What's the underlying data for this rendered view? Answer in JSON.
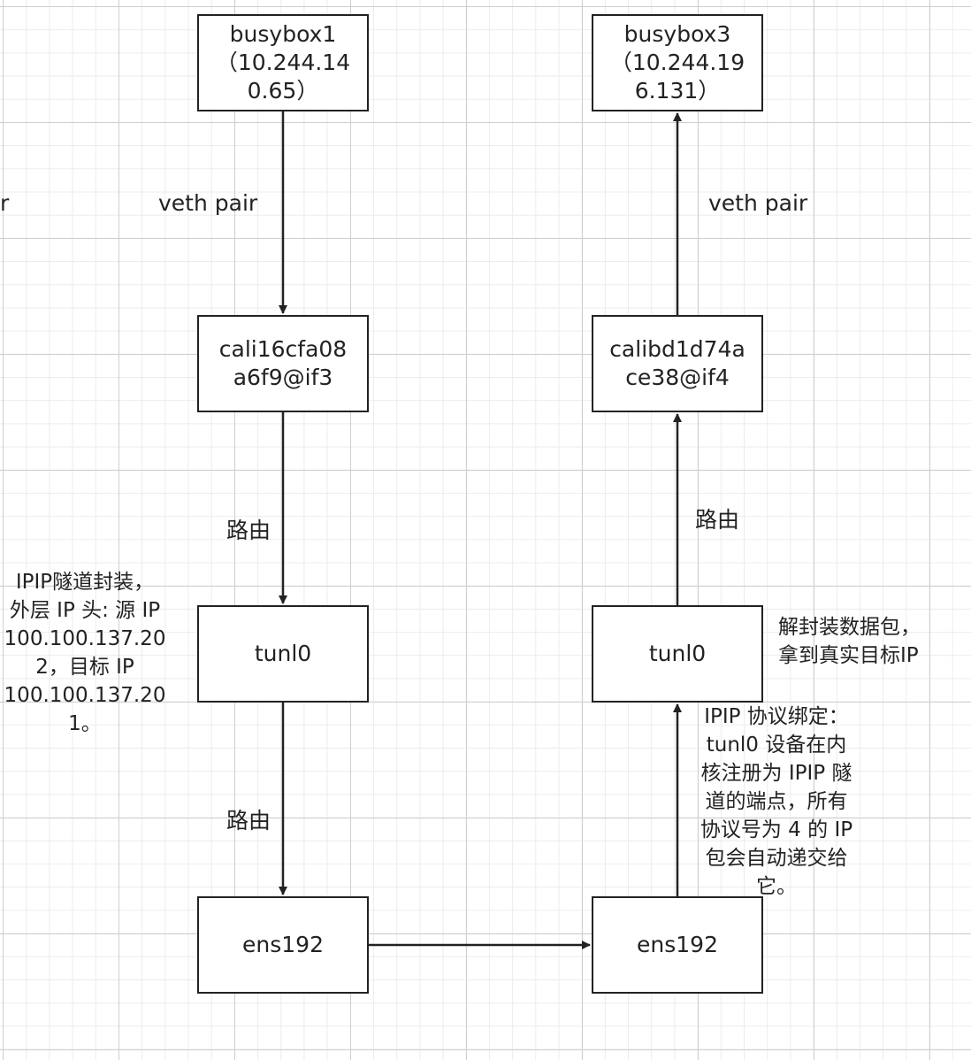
{
  "nodes": {
    "busybox1": "busybox1\n（10.244.14\n0.65）",
    "busybox3": "busybox3\n（10.244.19\n6.131）",
    "cali_left": "cali16cfa08\na6f9@if3",
    "cali_right": "calibd1d74a\nce38@if4",
    "tunl0_left": "tunl0",
    "tunl0_right": "tunl0",
    "ens192_left": "ens192",
    "ens192_right": "ens192"
  },
  "edge_labels": {
    "veth_left": "veth pair",
    "veth_right": "veth pair",
    "route_left_1": "路由",
    "route_left_2": "路由",
    "route_right": "路由",
    "partial_left": "r"
  },
  "notes": {
    "encap": "IPIP隧道封装，\n外层 IP 头: 源 IP\n100.100.137.20\n2，目标 IP\n100.100.137.20\n1。",
    "decap": "解封装数据包，\n拿到真实目标IP",
    "binding": "IPIP 协议绑定：\ntunl0 设备在内\n核注册为 IPIP 隧\n道的端点，所有\n协议号为 4 的 IP\n包会自动递交给\n它。"
  },
  "colors": {
    "stroke": "#222222",
    "grid_major": "#cfcfcf",
    "grid_minor": "#ececec",
    "background": "#ffffff"
  }
}
